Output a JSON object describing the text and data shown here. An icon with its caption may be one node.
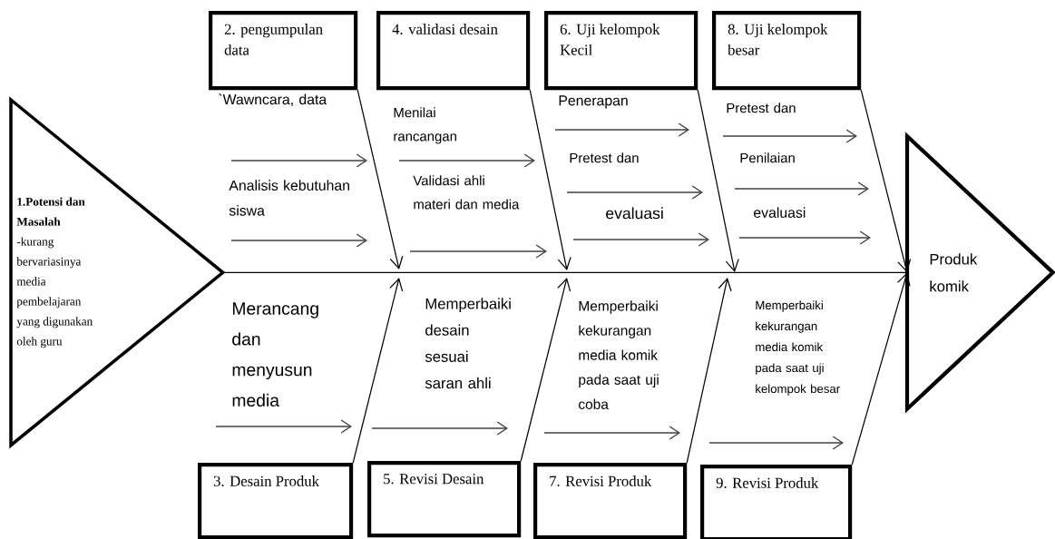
{
  "diagram": {
    "nodes": [
      {
        "text": [
          "1.Potensi dan Masalah",
          "-kurang bervariasinya media pembelajaran yang digunakan oleh guru"
        ]
      },
      {
        "text": [
          "Produk komik"
        ]
      },
      {
        "text": [
          "2. pengumpulan data"
        ]
      },
      {
        "text": [
          "4. validasi desain"
        ]
      },
      {
        "text": [
          "6. Uji kelompok Kecil"
        ]
      },
      {
        "text": [
          "8. Uji kelompok besar"
        ]
      },
      {
        "text": [
          "3. Desain Produk"
        ]
      },
      {
        "text": [
          "5. Revisi Desain"
        ]
      },
      {
        "text": [
          "7. Revisi Produk"
        ]
      },
      {
        "text": [
          "9. Revisi Produk"
        ]
      }
    ],
    "edges": [
      {
        "from": 0,
        "to": 1,
        "arrow": "none"
      },
      {
        "from": 2,
        "to": null,
        "arrow": "to"
      },
      {
        "from": 3,
        "to": null,
        "arrow": "to"
      },
      {
        "from": 4,
        "to": null,
        "arrow": "to"
      },
      {
        "from": 5,
        "to": 1,
        "arrow": "to"
      },
      {
        "from": 6,
        "to": null,
        "arrow": "to"
      },
      {
        "from": 7,
        "to": null,
        "arrow": "to"
      },
      {
        "from": 8,
        "to": null,
        "arrow": "to"
      },
      {
        "from": 9,
        "to": 1,
        "arrow": "to"
      }
    ],
    "labels": [
      "`Wawncara, data",
      "Analisis kebutuhan siswa",
      "Menilai rancangan",
      "Validasi ahli materi dan media",
      "Penerapan",
      "Pretest dan",
      "evaluasi",
      "Pretest dan",
      "Penilaian",
      "evaluasi",
      "Merancang dan menyusun media",
      "Memperbaiki desain sesuai saran ahli",
      "Memperbaiki kekurangan media komik pada saat uji coba",
      "Memperbaiki kekurangan media komik pada saat uji kelompok besar"
    ]
  }
}
